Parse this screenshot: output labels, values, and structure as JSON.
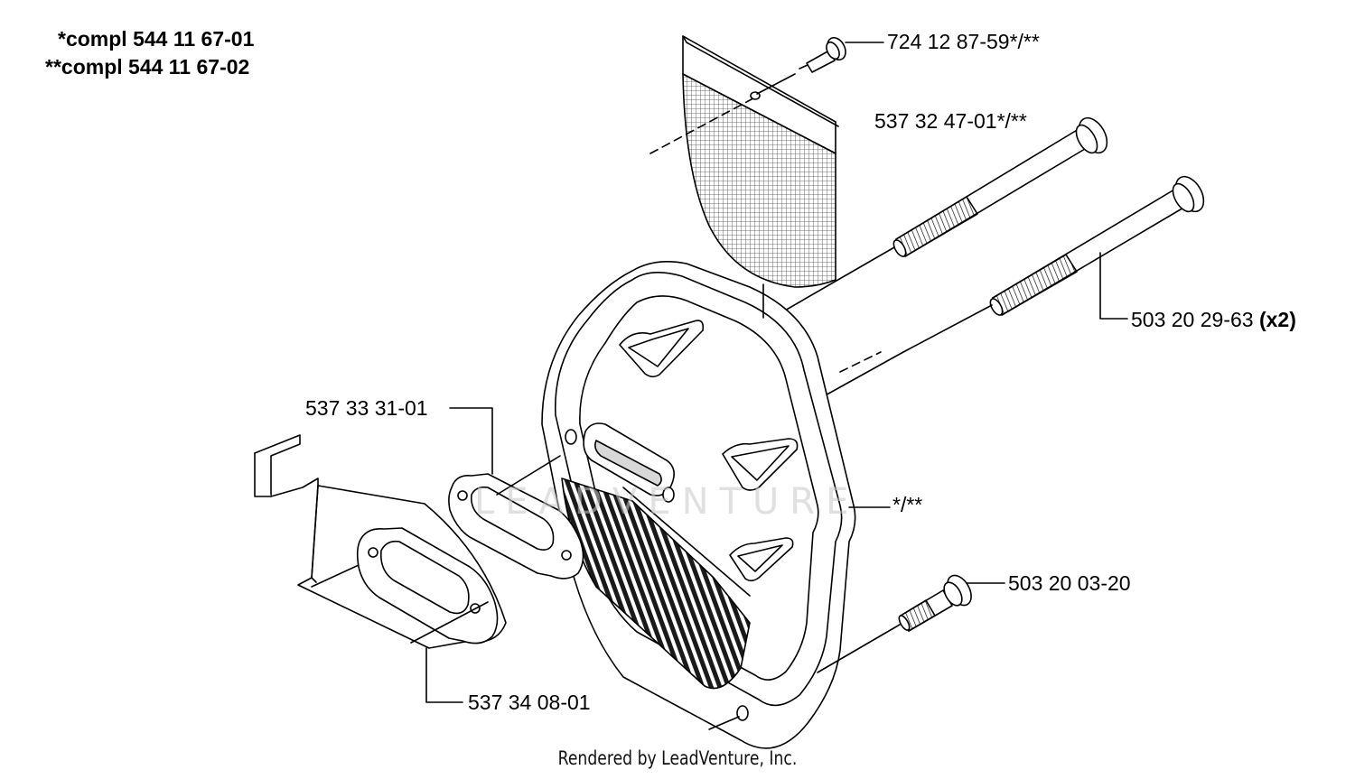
{
  "legend": {
    "line1": "*compl 544 11 67-01",
    "line2": "**compl 544 11 67-02"
  },
  "parts": {
    "screw_top": "724 12 87-59*/**",
    "spark_screen": "537 32 47-01*/**",
    "bolt_long": "503 20 29-63",
    "bolt_long_qty": "(x2)",
    "muffler_body": "*/**",
    "bolt_short": "503 20 03-20",
    "gasket_upper": "537 33 31-01",
    "gasket_lower": "537 34 08-01"
  },
  "watermark": "LEADVENTURE",
  "footer": "Rendered by LeadVenture, Inc.",
  "colors": {
    "line": "#000000",
    "background": "#ffffff",
    "watermark": "#c8c8c8"
  }
}
